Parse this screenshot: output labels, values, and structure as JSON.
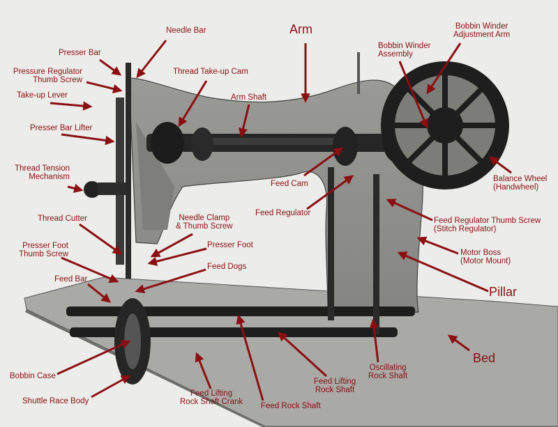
{
  "colors": {
    "label": "#8a0f12",
    "arrow": "#8a0f12",
    "background": "#ececea",
    "machine": "#222222"
  },
  "labels": {
    "needle_bar": "Needle Bar",
    "arm": "Arm",
    "bobbin_winder_adjustment_arm": [
      "Bobbin Winder",
      "Adjustment Arm"
    ],
    "presser_bar": "Presser Bar",
    "bobbin_winder_assembly": [
      "Bobbin Winder",
      "Assembly"
    ],
    "pressure_regulator_thumb_screw": [
      "Pressure Regulator",
      "Thumb Screw"
    ],
    "thread_take_up_cam": "Thread Take-up Cam",
    "arm_shaft": "Arm Shaft",
    "take_up_lever": "Take-up Lever",
    "presser_bar_lifter": "Presser Bar Lifter",
    "thread_tension_mechanism": [
      "Thread Tension",
      "Mechanism"
    ],
    "feed_cam": "Feed Cam",
    "balance_wheel": [
      "Balance Wheel",
      "(Handwheel)"
    ],
    "feed_regulator": "Feed Regulator",
    "thread_cutter": "Thread Cutter",
    "needle_clamp_thumb_screw": [
      "Needle Clamp",
      "& Thumb Screw"
    ],
    "feed_regulator_thumb_screw": [
      "Feed Regulator Thumb Screw",
      "(Stitch Regulator)"
    ],
    "presser_foot_thumb_screw": [
      "Presser Foot",
      "Thumb Screw"
    ],
    "presser_foot": "Presser Foot",
    "motor_boss": [
      "Motor Boss",
      "(Motor Mount)"
    ],
    "feed_dogs": "Feed Dogs",
    "feed_bar": "Feed Bar",
    "pillar": "Pillar",
    "bed": "Bed",
    "oscillating_rock_shaft": [
      "Oscillating",
      "Rock Shaft"
    ],
    "bobbin_case": "Bobbin Case",
    "feed_lifting_rock_shaft": [
      "Feed Lifting",
      "Rock Shaft"
    ],
    "feed_lifting_rock_shaft_crank": [
      "Feed Lifting",
      "Rock Shaft Crank"
    ],
    "shuttle_race_body": "Shuttle Race Body",
    "feed_rock_shaft": "Feed Rock Shaft"
  }
}
